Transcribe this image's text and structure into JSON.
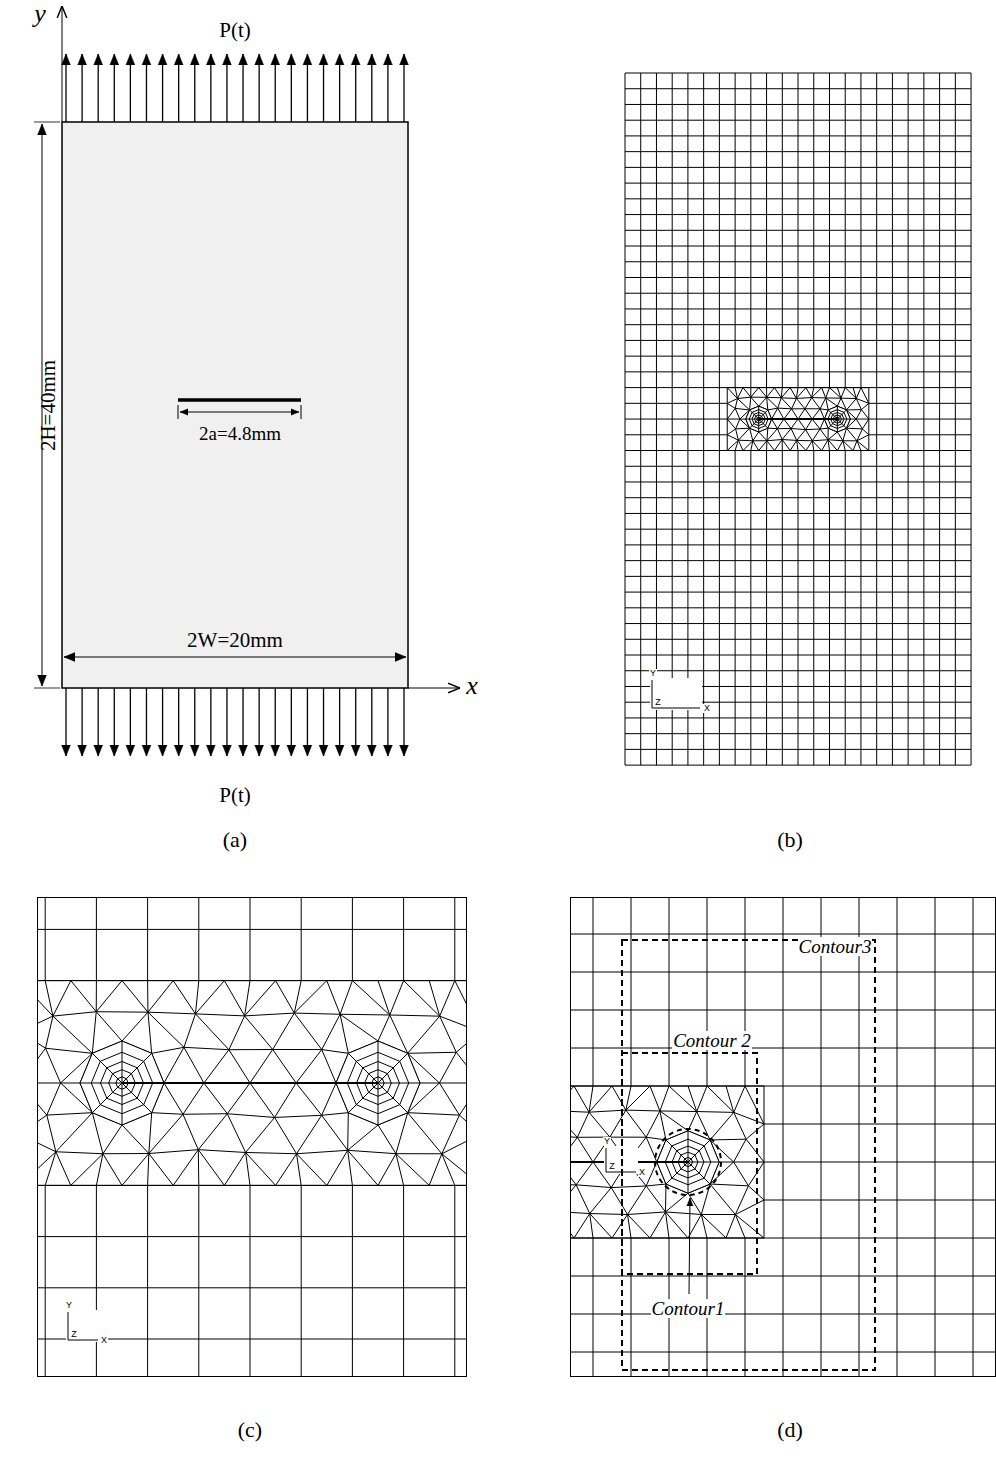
{
  "diagram": {
    "labels": [
      "y",
      "P(t)",
      "2H=40mm",
      "2a=4.8mm",
      "2W=20mm",
      "x",
      "P(t)",
      "(a)",
      "Y",
      "Z",
      "X",
      "(b)",
      "Y",
      "Z",
      "X",
      "(c)",
      "Contour3",
      "Contour 2",
      "Contour1",
      "Y",
      "Z",
      "X",
      "(d)"
    ]
  }
}
